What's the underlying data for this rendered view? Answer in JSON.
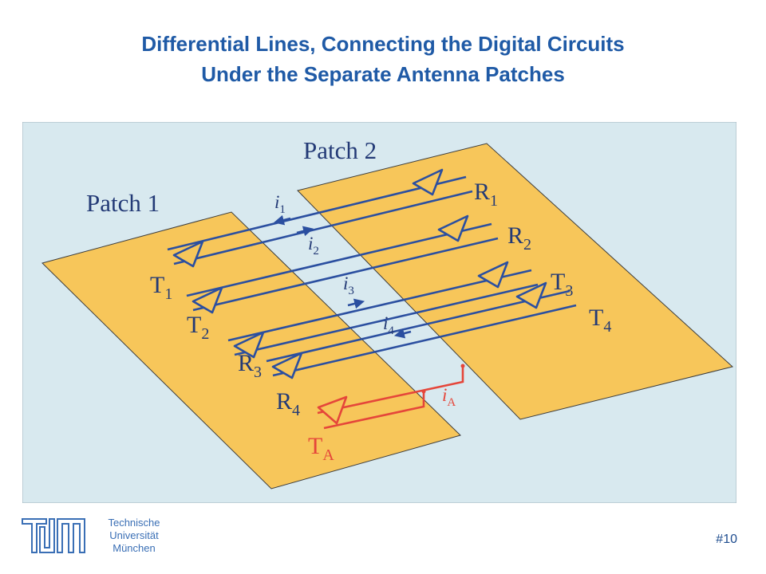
{
  "title": {
    "line1": "Differential Lines, Connecting the Digital Circuits",
    "line2": "Under the Separate Antenna Patches"
  },
  "diagram": {
    "patch1_label": "Patch 1",
    "patch2_label": "Patch 2",
    "labels": {
      "R1": {
        "main": "R",
        "sub": "1"
      },
      "R2": {
        "main": "R",
        "sub": "2"
      },
      "T3": {
        "main": "T",
        "sub": "3"
      },
      "T4": {
        "main": "T",
        "sub": "4"
      },
      "T1": {
        "main": "T",
        "sub": "1"
      },
      "T2": {
        "main": "T",
        "sub": "2"
      },
      "R3": {
        "main": "R",
        "sub": "3"
      },
      "R4": {
        "main": "R",
        "sub": "4"
      },
      "TA": {
        "main": "T",
        "sub": "A"
      }
    },
    "currents": {
      "i1": {
        "main": "i",
        "sub": "1"
      },
      "i2": {
        "main": "i",
        "sub": "2"
      },
      "i3": {
        "main": "i",
        "sub": "3"
      },
      "i4": {
        "main": "i",
        "sub": "4"
      },
      "iA": {
        "main": "i",
        "sub": "A"
      }
    },
    "colors": {
      "background": "#d8e9ef",
      "patch": "#f7c65a",
      "line_blue": "#2b4fa0",
      "line_red": "#e5463a",
      "label": "#233a76"
    }
  },
  "footer": {
    "line1": "Technische",
    "line2": "Universität",
    "line3": "München",
    "slide_number": "#10"
  }
}
